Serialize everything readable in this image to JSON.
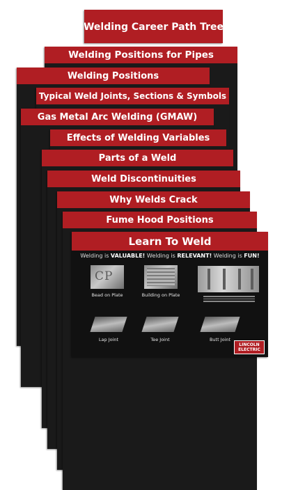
{
  "posters": {
    "career": "Welding Career Path Tree",
    "pipes": "Welding Positions for Pipes",
    "positions": "Welding Positions",
    "joints": "Typical Weld Joints, Sections & Symbols",
    "gmaw": "Gas Metal Arc Welding (GMAW)",
    "effects": "Effects of Welding Variables",
    "parts": "Parts of a Weld",
    "discontinuities": "Weld Discontinuities",
    "crack": "Why Welds Crack",
    "fume": "Fume Hood Positions",
    "learn": "Learn To Weld"
  },
  "learn": {
    "tagline": {
      "p1": "Welding is ",
      "b1": "VALUABLE!",
      "p2": " Welding is ",
      "b2": "RELEVANT!",
      "p3": " Welding is ",
      "b3": "FUN!"
    },
    "samples": {
      "bead": "Bead on Plate",
      "building": "Building on Plate",
      "lap": "Lap Joint",
      "tee": "Tee Joint",
      "butt": "Butt Joint"
    },
    "cp_mark": "CP",
    "logo": {
      "line1": "LINCOLN",
      "line2": "ELECTRIC"
    }
  }
}
